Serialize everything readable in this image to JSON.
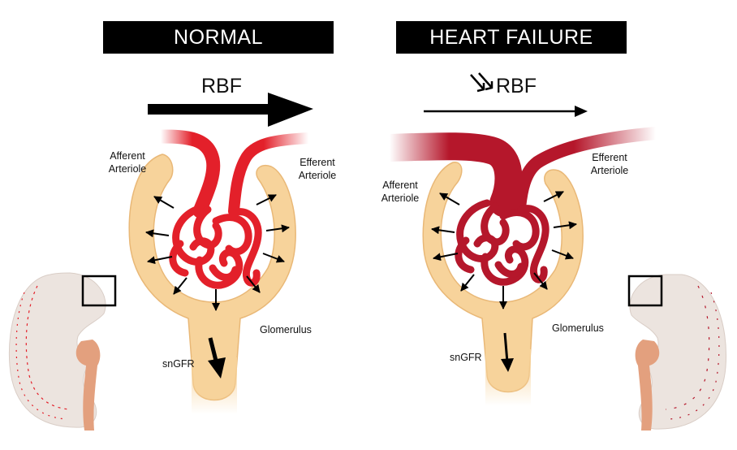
{
  "panels": {
    "normal": {
      "title": "NORMAL",
      "flow_label": "RBF",
      "afferent_label": [
        "Afferent",
        "Arteriole"
      ],
      "efferent_label": [
        "Efferent",
        "Arteriole"
      ],
      "glomerulus_label": "Glomerulus",
      "sngfr_label": "snGFR"
    },
    "heart_failure": {
      "title": "HEART FAILURE",
      "flow_label": "RBF",
      "flow_modifier": "double-down-arrow-icon",
      "afferent_label": [
        "Afferent",
        "Arteriole"
      ],
      "efferent_label": [
        "Efferent",
        "Arteriole"
      ],
      "glomerulus_label": "Glomerulus",
      "sngfr_label": "snGFR"
    }
  },
  "colors": {
    "normal_vessel": "#e3202a",
    "failure_vessel": "#b5172b",
    "capsule": "#f7d39b",
    "capsule_edge": "#e9b877",
    "kidney": "#ece4df",
    "ureter": "#e3a07e",
    "banner": "#000000"
  }
}
